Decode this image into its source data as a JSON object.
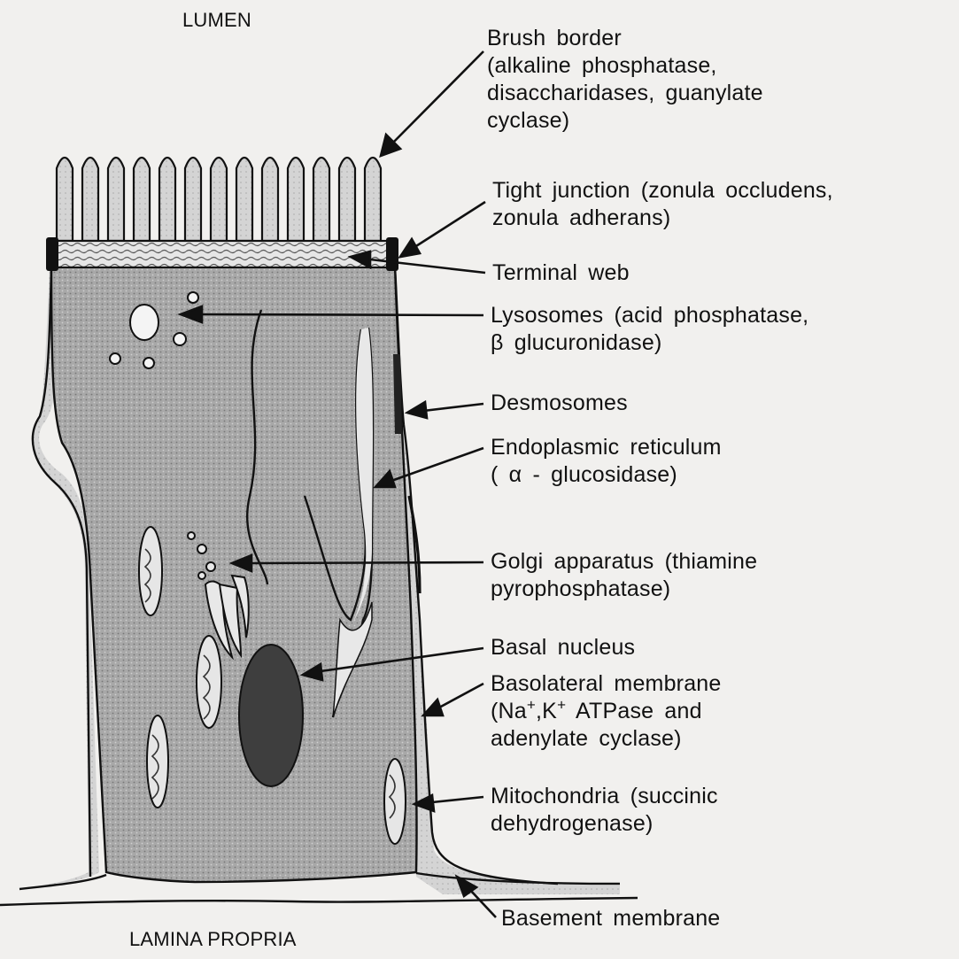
{
  "regions": {
    "top": "LUMEN",
    "bottom": "LAMINA PROPRIA"
  },
  "labels": {
    "brush_border": [
      "Brush border",
      "(alkaline phosphatase,",
      "disaccharidases,  guanylate",
      "cyclase)"
    ],
    "tight_junction": [
      "Tight junction (zonula occludens,",
      "zonula adherans)"
    ],
    "terminal_web": [
      "Terminal web"
    ],
    "lysosomes": [
      "Lysosomes (acid phosphatase,",
      "β    glucuronidase)"
    ],
    "desmosomes": [
      "Desmosomes"
    ],
    "endoplasmic_reticulum": [
      "Endoplasmic reticulum",
      "( α  - glucosidase)"
    ],
    "golgi": [
      "Golgi apparatus (thiamine",
      "pyrophosphatase)"
    ],
    "basal_nucleus": [
      "Basal nucleus"
    ],
    "basolateral": {
      "line1": "Basolateral membrane",
      "na": "(Na",
      "sup1": "+",
      "k": ",K",
      "sup2": "+",
      "rest": " ATPase and",
      "line3": "adenylate  cyclase)"
    },
    "mitochondria": [
      "Mitochondria  (succinic",
      "dehydrogenase)"
    ],
    "basement_membrane": [
      "Basement membrane"
    ]
  },
  "colors": {
    "background": "#f1f0ee",
    "cell_fill": "#a9a9a9",
    "cell_light": "#d4d4d4",
    "nucleus": "#3e3e3e",
    "line": "#111111"
  }
}
